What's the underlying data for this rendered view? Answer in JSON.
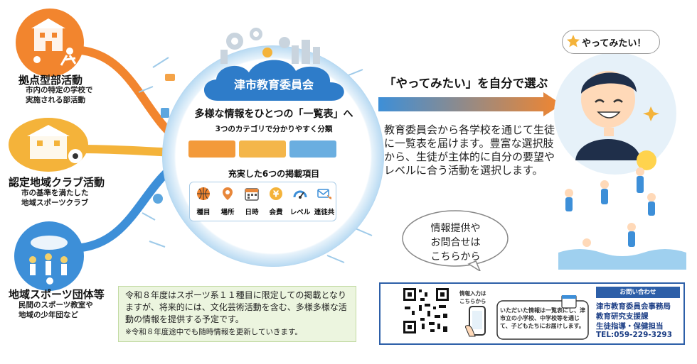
{
  "categories": [
    {
      "title": "拠点型部活動",
      "desc": [
        "市内の特定の学校で",
        "実施される部活動"
      ]
    },
    {
      "title": "認定地域クラブ活動",
      "desc": [
        "市の基準を満たした",
        "地域スポーツクラブ"
      ]
    },
    {
      "title": "地域スポーツ団体等",
      "desc": [
        "民間のスポーツ教室や",
        "地域の少年団など"
      ]
    }
  ],
  "hub": {
    "org": "津市教育委員会",
    "heading": "多様な情報をひとつの「一覧表」へ",
    "sub": "3つのカテゴリで分かりやすく分類",
    "items_title": "充実した6つの掲載項目",
    "items": [
      "種目",
      "場所",
      "日時",
      "会費",
      "レベル",
      "連徒共"
    ],
    "bar_colors": [
      "#f39a3a",
      "#f4b64a",
      "#6aaee0"
    ]
  },
  "right": {
    "arrow_text": "「やってみたい」を自分で選ぶ",
    "speech": "やってみたい！",
    "description": "教育委員会から各学校を通じて生徒に一覧表を届けます。豊富な選択肢から、生徒が主体的に自分の要望やレベルに合う活動を選択します。",
    "bubble": [
      "情報提供や",
      "お問合せは",
      "こちらから"
    ]
  },
  "note": {
    "main": "令和８年度はスポーツ系１１種目に限定しての掲載となりますが、将来的には、文化芸術活動を含む、多様多様な活動の情報を提供する予定です。",
    "sub": "※令和８年度途中でも随時情報を更新していきます。"
  },
  "contact": {
    "qr_label": [
      "情報入力は",
      "こちらから"
    ],
    "message": "いただいた情報は一覧表にし、津市立の小学校、中学校等を通じて、子どもたちにお届けします。",
    "header": "お問い合わせ",
    "office": "津市教育委員会事務局",
    "section": "教育研究支援課",
    "team": "生徒指導・保健担当",
    "tel": "TEL:059-229-3293"
  }
}
